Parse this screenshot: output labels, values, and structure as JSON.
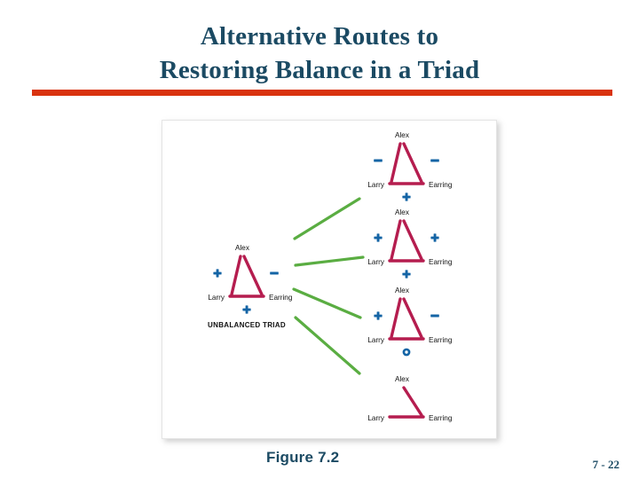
{
  "slide": {
    "title_lines": [
      "Alternative Routes to",
      "Restoring Balance in a Triad"
    ],
    "figure_caption": "Figure 7.2",
    "page_number": "7 - 22",
    "accent_rule_color": "#d9330f",
    "title_color": "#1b4a63"
  },
  "figure": {
    "edge_color": "#b51d4f",
    "link_color": "#5aad42",
    "sign_color": "#1464a5",
    "source_triad": {
      "id": "unbalanced-triad",
      "caption": "UNBALANCED TRIAD",
      "nodes": {
        "top": "Alex",
        "left": "Larry",
        "right": "Earring"
      },
      "signs": {
        "left_edge": "+",
        "right_edge": "-",
        "bottom_edge": "+"
      },
      "edges_present": {
        "left_edge": true,
        "right_edge": true,
        "bottom_edge": true
      }
    },
    "outcome_triads": [
      {
        "id": "outcome-triad-1",
        "nodes": {
          "top": "Alex",
          "left": "Larry",
          "right": "Earring"
        },
        "signs": {
          "left_edge": "-",
          "right_edge": "-",
          "bottom_edge": "+"
        },
        "edges_present": {
          "left_edge": true,
          "right_edge": true,
          "bottom_edge": true
        }
      },
      {
        "id": "outcome-triad-2",
        "nodes": {
          "top": "Alex",
          "left": "Larry",
          "right": "Earring"
        },
        "signs": {
          "left_edge": "+",
          "right_edge": "+",
          "bottom_edge": "+"
        },
        "edges_present": {
          "left_edge": true,
          "right_edge": true,
          "bottom_edge": true
        }
      },
      {
        "id": "outcome-triad-3",
        "nodes": {
          "top": "Alex",
          "left": "Larry",
          "right": "Earring"
        },
        "signs": {
          "left_edge": "+",
          "right_edge": "-",
          "bottom_edge": "0"
        },
        "edges_present": {
          "left_edge": true,
          "right_edge": true,
          "bottom_edge": true
        }
      },
      {
        "id": "outcome-triad-4",
        "nodes": {
          "top": "Alex",
          "left": "Larry",
          "right": "Earring"
        },
        "signs": {
          "left_edge": "",
          "right_edge": "",
          "bottom_edge": ""
        },
        "edges_present": {
          "left_edge": false,
          "right_edge": true,
          "bottom_edge": true
        }
      }
    ],
    "connector_count": 4
  }
}
